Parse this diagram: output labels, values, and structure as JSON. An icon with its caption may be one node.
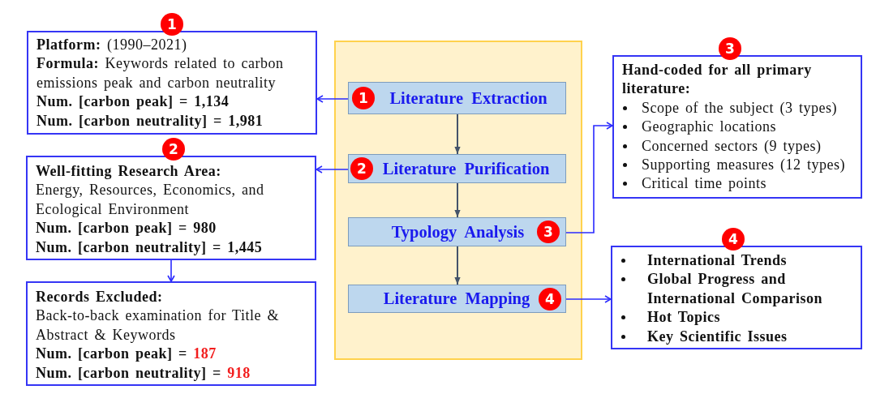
{
  "diagram": {
    "nodes": [
      {
        "text": [
          "1",
          "**Platform:** (1990–2021)",
          "**Formula:** Keywords related to carbon emissions peak and carbon neutrality",
          "Num. [carbon peak] = 1,134",
          "Num. [carbon neutrality] = 1,981"
        ]
      },
      {
        "text": [
          "2",
          "Well-fitting Research Area:",
          "Energy, Resources, Economics, and Ecological Environment",
          "Num. [carbon peak] = 980",
          "Num. [carbon neutrality] = 1,445"
        ]
      },
      {
        "text": [
          "Records Excluded:",
          "Back-to-back examination for Title & Abstract & Keywords",
          "Num. [carbon peak] =",
          "187",
          "Num. [carbon neutrality] =",
          "918"
        ]
      },
      {
        "text": [],
        "shape": "box"
      },
      {
        "text": [
          "1",
          "Literature Extraction"
        ],
        "in": 3
      },
      {
        "text": [
          "2",
          "Literature Purification"
        ],
        "in": 3
      },
      {
        "text": [
          "Typology Analysis",
          "3"
        ],
        "in": 3
      },
      {
        "text": [
          "Literature Mapping",
          "4"
        ],
        "in": 3
      },
      {
        "text": [
          "3",
          "Hand-coded for all primary literature:",
          "Scope of the subject (3 types)",
          "Geographic locations",
          "Concerned sectors (9 types)",
          "Supporting measures (12 types)",
          "Critical time points"
        ]
      },
      {
        "text": [
          "4",
          "International Trends",
          "Global Progress and International Comparison",
          "Hot Topics",
          "Key Scientific Issues"
        ]
      }
    ],
    "edges": [
      {
        "from": 4,
        "to": 0,
        "arrow": "to"
      },
      {
        "from": 5,
        "to": 1,
        "arrow": "to"
      },
      {
        "from": 1,
        "to": 2,
        "arrow": "to"
      },
      {
        "from": 4,
        "to": 5,
        "arrow": "to",
        "color": "#44546a"
      },
      {
        "from": 5,
        "to": 6,
        "arrow": "to",
        "color": "#44546a"
      },
      {
        "from": 6,
        "to": 7,
        "arrow": "to",
        "color": "#44546a"
      },
      {
        "from": 6,
        "to": 8,
        "arrow": "to"
      },
      {
        "from": 7,
        "to": 9,
        "arrow": "to"
      }
    ]
  }
}
